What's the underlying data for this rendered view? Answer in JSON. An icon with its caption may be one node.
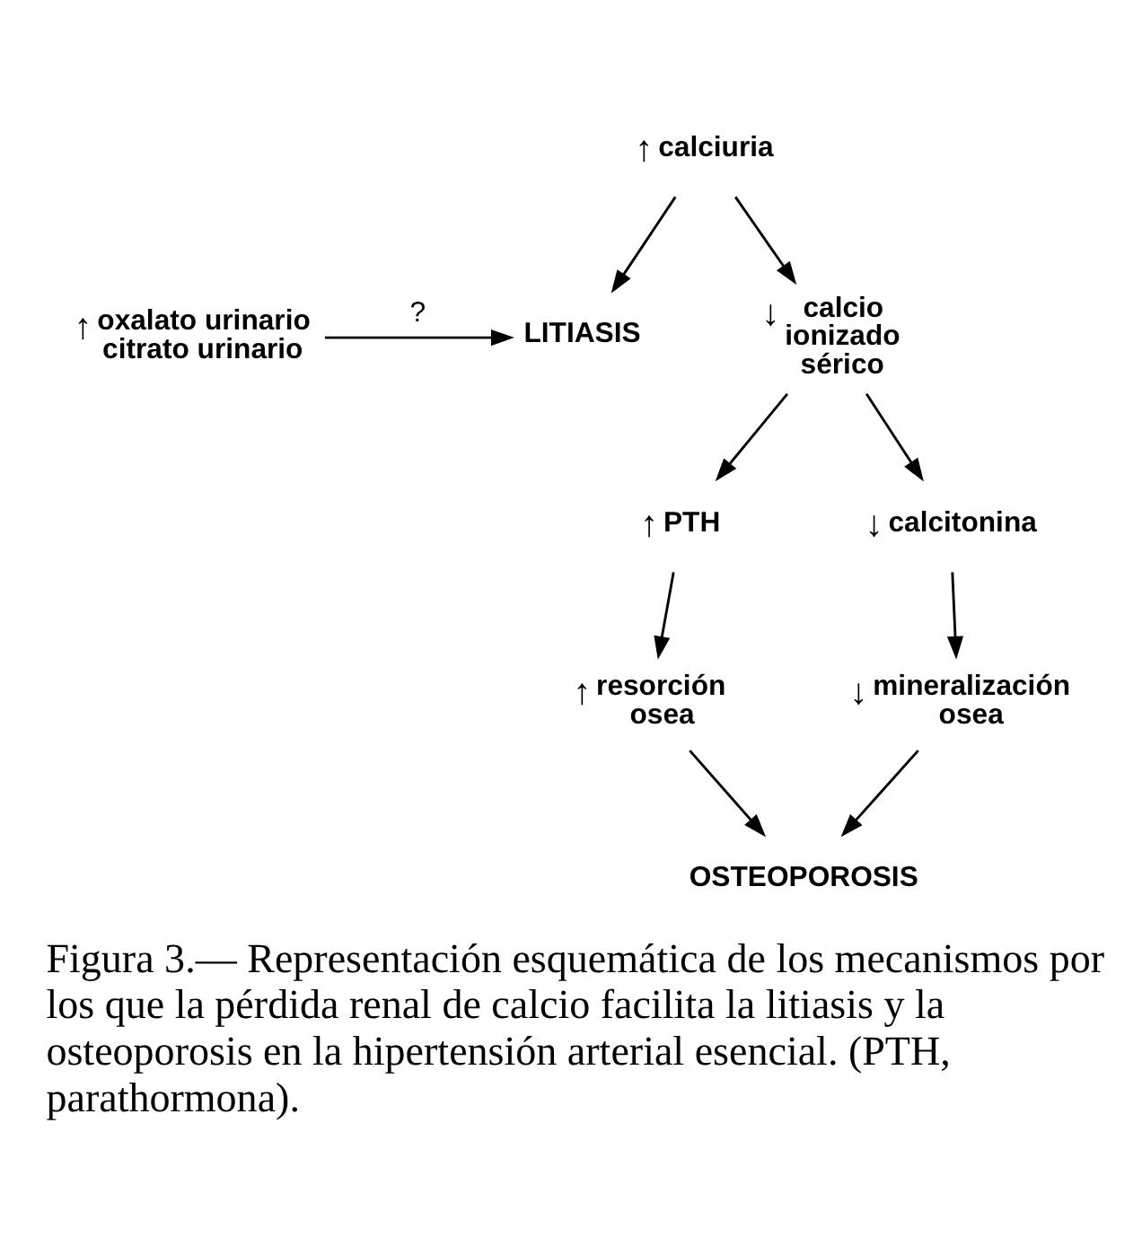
{
  "diagram": {
    "caption": "Figura 3.— Representación esquemática de los mecanismos por los que la pérdida renal de calcio facilita la litiasis y la osteoporosis en la hipertensión arterial esencial. (PTH, parathormona).",
    "nodes": [
      {
        "text": [
          "oxalato urinario citrato urinario"
        ],
        "beside": [
          "↑"
        ]
      },
      {
        "text": [
          "LITIASIS"
        ]
      },
      {
        "text": [
          "calciuria"
        ],
        "beside": [
          "↑"
        ]
      },
      {
        "text": [
          "calcio ionizado sérico"
        ],
        "beside": [
          "↓"
        ]
      },
      {
        "text": [
          "PTH"
        ],
        "beside": [
          "↑"
        ]
      },
      {
        "text": [
          "calcitonina"
        ],
        "beside": [
          "↓"
        ]
      },
      {
        "text": [
          "resorción osea"
        ],
        "beside": [
          "↑"
        ]
      },
      {
        "text": [
          "mineralización osea"
        ],
        "beside": [
          "↓"
        ]
      },
      {
        "text": [
          "OSTEOPOROSIS"
        ]
      }
    ],
    "edges": [
      {
        "from": 0,
        "to": 1,
        "arrow": "to",
        "label": "?"
      },
      {
        "from": 2,
        "to": 1,
        "arrow": "to"
      },
      {
        "from": 2,
        "to": 3,
        "arrow": "to"
      },
      {
        "from": 3,
        "to": 4,
        "arrow": "to"
      },
      {
        "from": 3,
        "to": 5,
        "arrow": "to"
      },
      {
        "from": 4,
        "to": 6,
        "arrow": "to"
      },
      {
        "from": 5,
        "to": 7,
        "arrow": "to"
      },
      {
        "from": 6,
        "to": 8,
        "arrow": "to"
      },
      {
        "from": 7,
        "to": 8,
        "arrow": "to"
      }
    ]
  }
}
